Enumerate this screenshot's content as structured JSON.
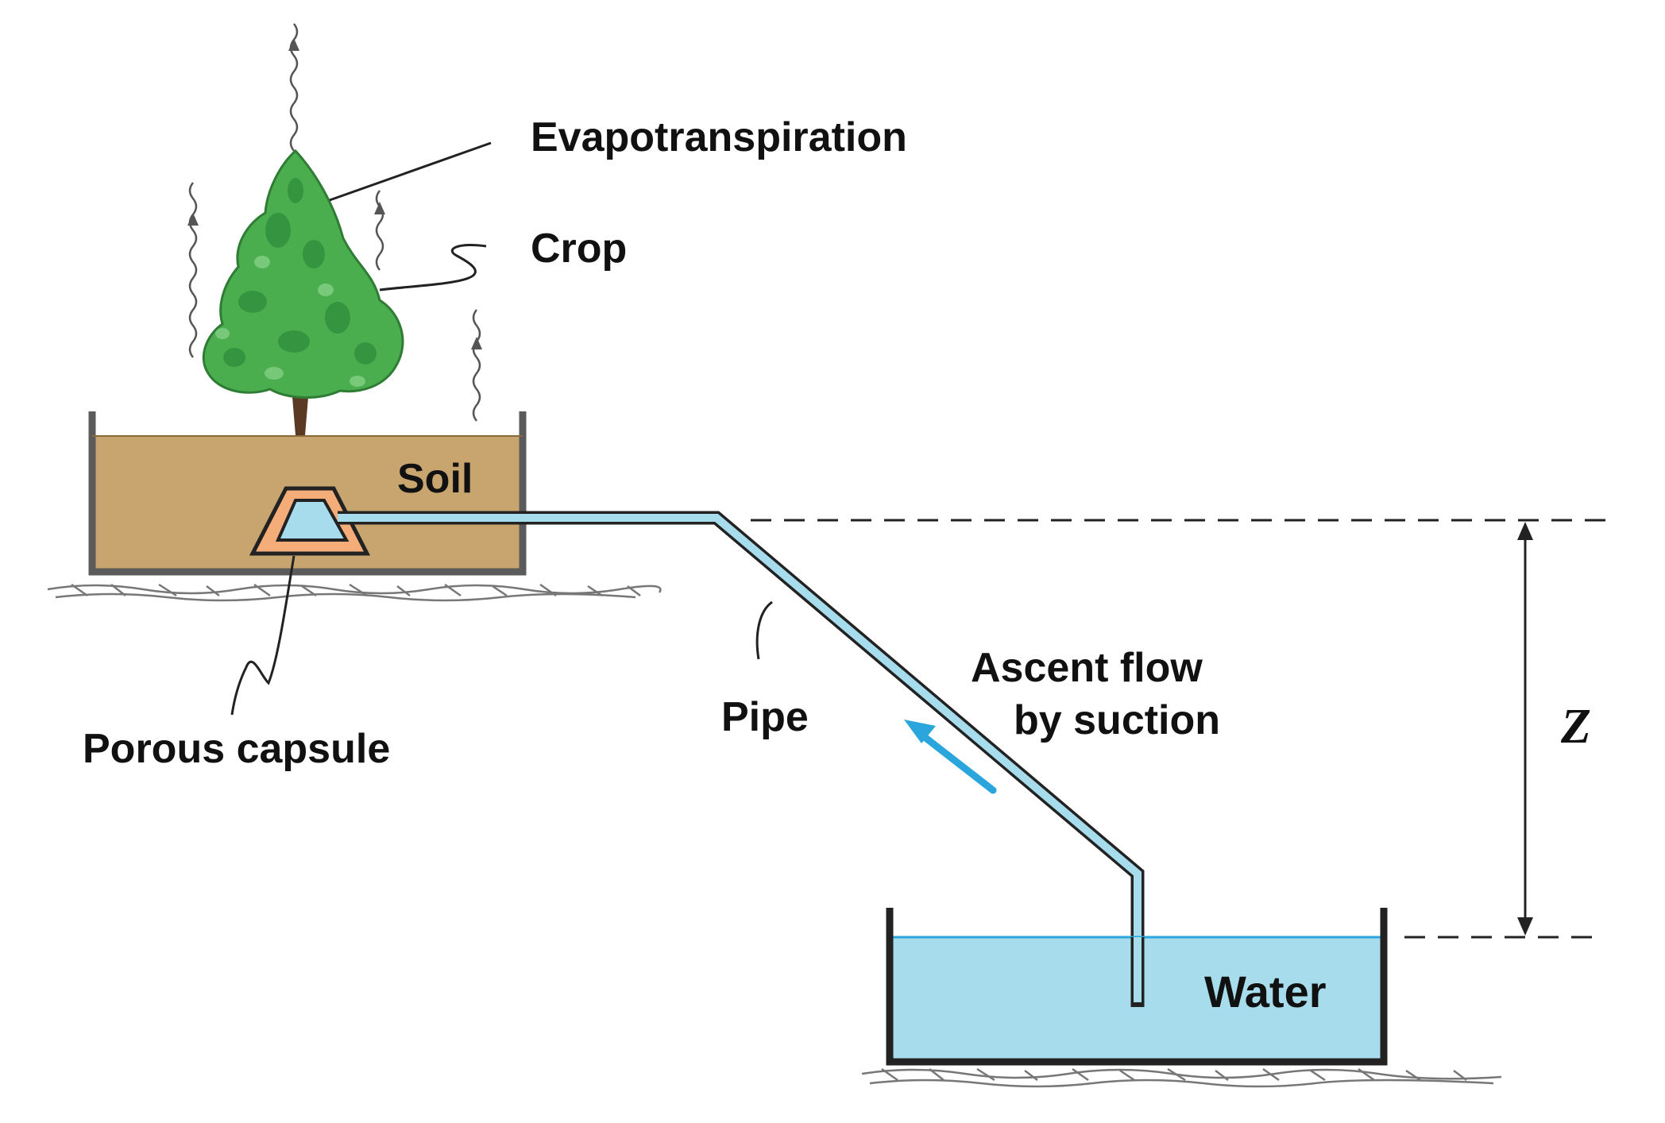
{
  "labels": {
    "evapotranspiration": "Evapotranspiration",
    "crop": "Crop",
    "soil": "Soil",
    "porous_capsule": "Porous capsule",
    "pipe": "Pipe",
    "ascent_line1": "Ascent flow",
    "ascent_line2": "by suction",
    "water": "Water",
    "height": "Z"
  },
  "colors": {
    "soil": "#c8a46e",
    "water": "#a6dcec",
    "pipe": "#a6dcec",
    "capsule_outer": "#f4ad78",
    "flow_arrow": "#2aa6dc",
    "foliage": "#4aae4f",
    "trunk": "#5a3a22",
    "container": "#5b5b5b"
  }
}
